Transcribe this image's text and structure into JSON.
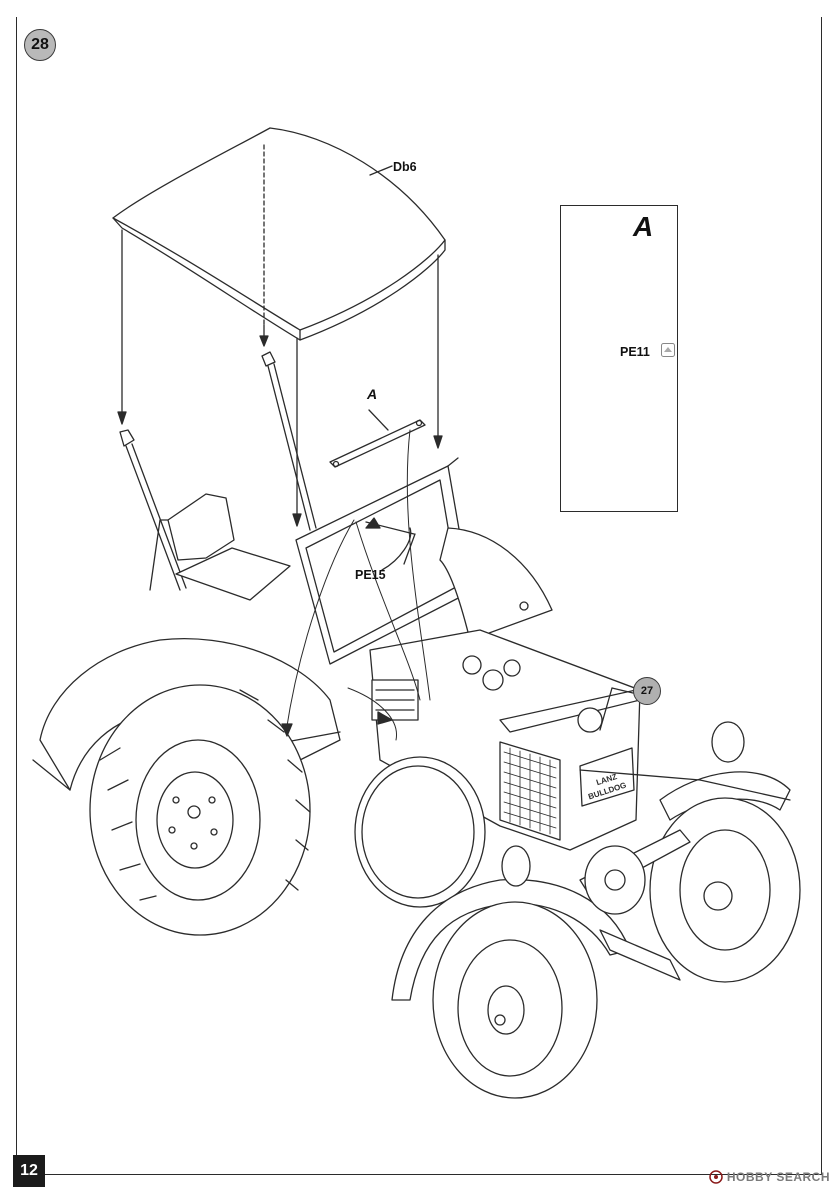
{
  "step": {
    "number": "28"
  },
  "page": {
    "number": "12"
  },
  "parts": {
    "roof": "Db6",
    "plate_pe15": "PE15",
    "plate_pe11": "PE11",
    "detail_ref": "A"
  },
  "detail_box": {
    "title": "A"
  },
  "callouts": {
    "previous_step": "27"
  },
  "tractor_text": {
    "grille_badge_line1": "LANZ",
    "grille_badge_line2": "BULLDOG"
  },
  "watermark": {
    "brand": "HOBBY SEARCH"
  },
  "icons": {
    "pe_part": "photo-etch-icon",
    "watermark": "hobbysearch-logo-icon"
  },
  "colors": {
    "line": "#2b2b2b",
    "badge_fill": "#b9b9b9",
    "page_tab": "#1b1b1b"
  }
}
